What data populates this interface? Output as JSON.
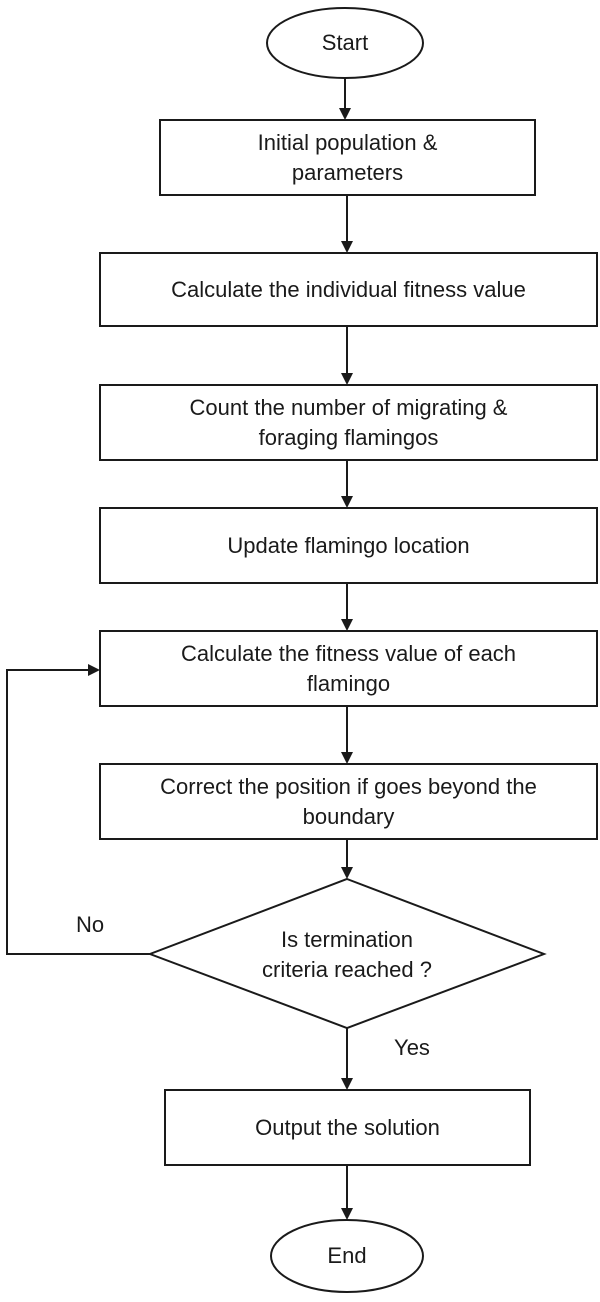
{
  "diagram": {
    "nodes": {
      "start": {
        "shape": "terminal",
        "label": "Start"
      },
      "init": {
        "shape": "process",
        "label": "Initial population &\nparameters"
      },
      "calc_individual": {
        "shape": "process",
        "label": "Calculate the individual fitness value"
      },
      "count": {
        "shape": "process",
        "label": "Count the number of migrating &\nforaging flamingos"
      },
      "update": {
        "shape": "process",
        "label": "Update flamingo location"
      },
      "calc_each": {
        "shape": "process",
        "label": "Calculate the fitness value of each\nflamingo"
      },
      "correct": {
        "shape": "process",
        "label": "Correct the position if goes beyond the\nboundary"
      },
      "decision": {
        "shape": "decision",
        "label": "Is termination\ncriteria reached ?"
      },
      "output": {
        "shape": "process",
        "label": "Output the solution"
      },
      "end": {
        "shape": "terminal",
        "label": "End"
      }
    },
    "edges": {
      "no": {
        "from": "decision",
        "to": "calc_each",
        "label": "No"
      },
      "yes": {
        "from": "decision",
        "to": "output",
        "label": "Yes"
      }
    },
    "colors": {
      "stroke": "#1a1a1a",
      "fill": "#ffffff",
      "text": "#1a1a1a"
    }
  }
}
